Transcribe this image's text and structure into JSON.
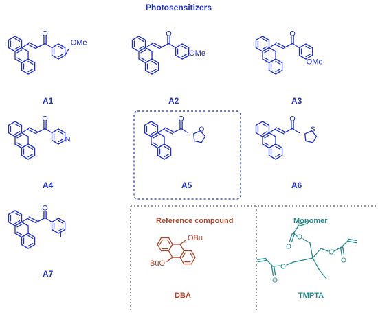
{
  "title": "Photosensitizers",
  "compounds": [
    {
      "id": "A1",
      "substituent": "OMe"
    },
    {
      "id": "A2",
      "substituent": "OMe"
    },
    {
      "id": "A3",
      "substituent": "OMe"
    },
    {
      "id": "A4",
      "atom": "N"
    },
    {
      "id": "A5",
      "atom": "O"
    },
    {
      "id": "A6",
      "atom": "S"
    },
    {
      "id": "A7",
      "atom": "I"
    }
  ],
  "atoms": {
    "carbonyl_o": "O",
    "ester_o": "O"
  },
  "reference": {
    "heading": "Reference compound",
    "name": "DBA",
    "group_top": "OBu",
    "group_bottom": "BuO"
  },
  "monomer": {
    "heading": "Monomer",
    "name": "TMPTA"
  },
  "colors": {
    "blue": "#1f2fd0",
    "red": "#b3442a",
    "teal": "#1f8a8a"
  }
}
